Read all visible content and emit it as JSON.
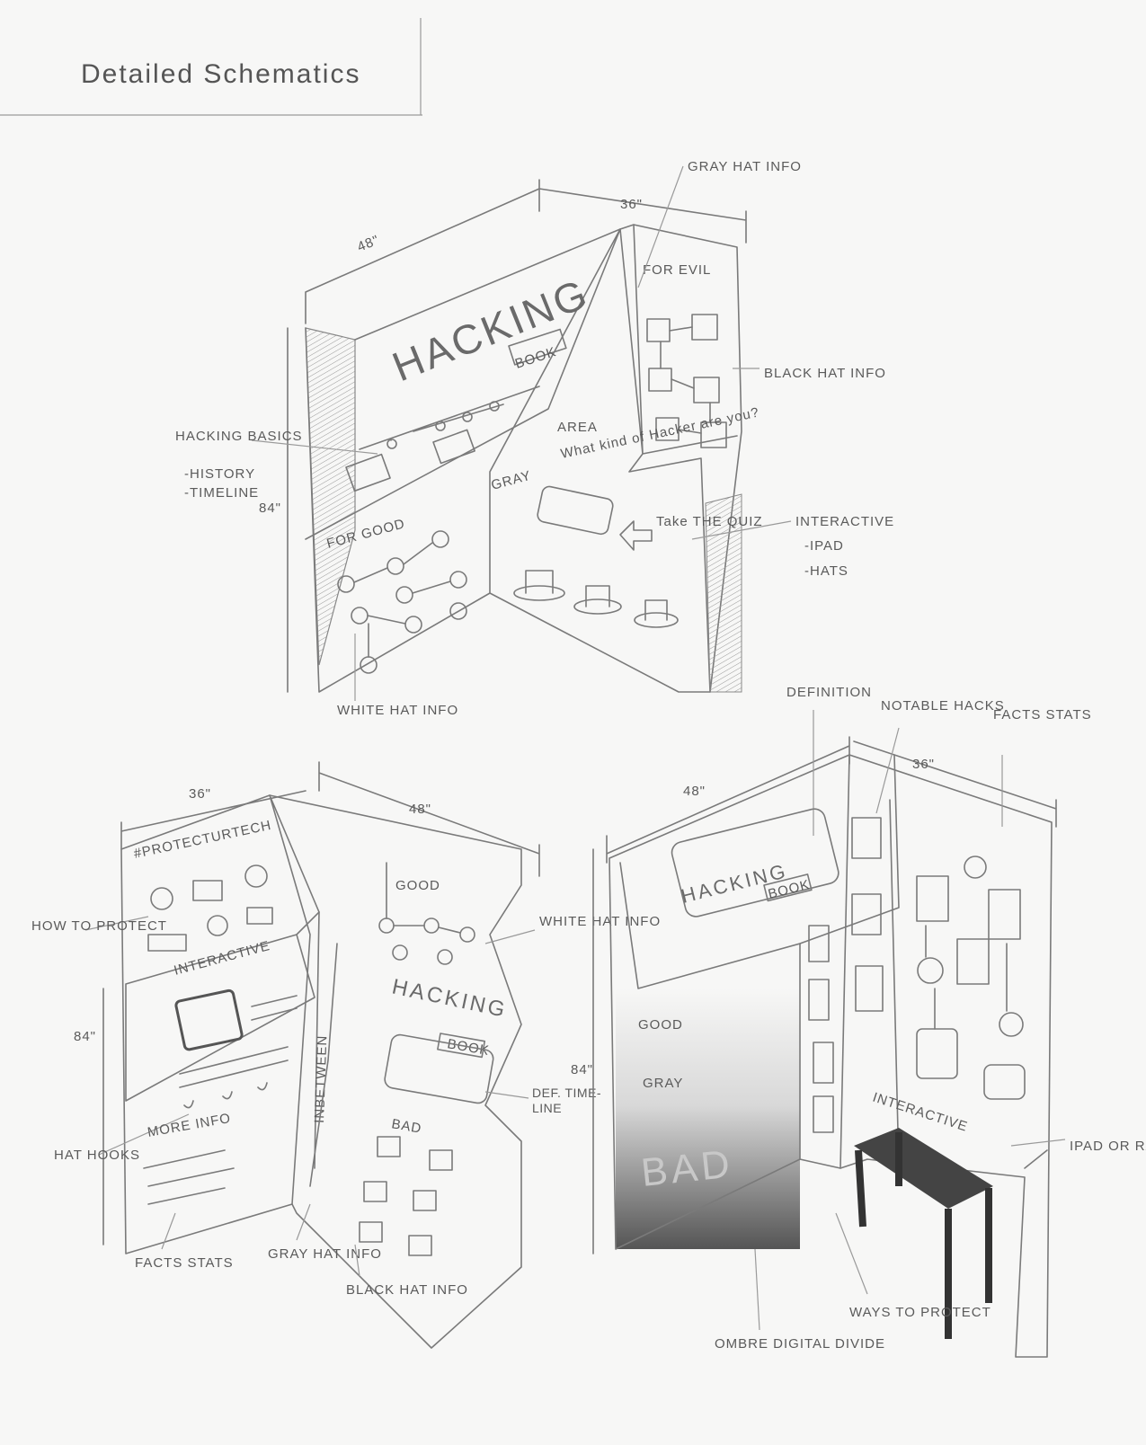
{
  "title": "Detailed Schematics",
  "booth_1": {
    "dims": {
      "width_left": "48\"",
      "width_right": "36\"",
      "height": "84\""
    },
    "header": "HACKING",
    "book": "BOOK",
    "for_evil": "FOR EVIL",
    "gray_hat_info": "GRAY HAT INFO",
    "black_hat_info": "BLACK HAT INFO",
    "area": "AREA",
    "gray": "GRAY",
    "quiz_question": "What kind of Hacker are you?",
    "take_quiz": "Take THE QUIZ",
    "interactive": "INTERACTIVE",
    "interactive_items": [
      "-IPAD",
      "-HATS"
    ],
    "hacking_basics": "HACKING BASICS",
    "basics_items": [
      "-HISTORY",
      "-TIMELINE"
    ],
    "for_good": "FOR GOOD",
    "white_hat_info": "WHITE HAT INFO"
  },
  "booth_2": {
    "dims": {
      "width_left": "36\"",
      "width_right": "48\"",
      "height": "84\""
    },
    "hashtag": "#PROTECTURTECH",
    "how_to_protect": "HOW TO PROTECT",
    "interactive": "INTERACTIVE",
    "inbetween": "INBETWEEN",
    "good": "GOOD",
    "white_hat_info": "WHITE HAT INFO",
    "header": "HACKING",
    "book": "BOOK",
    "def_timeline": "DEF. TIME-LINE",
    "bad": "BAD",
    "hat_hooks": "HAT HOOKS",
    "more_info": "MORE INFO",
    "facts_stats": "FACTS STATS",
    "gray_hat_info": "GRAY HAT INFO",
    "black_hat_info": "BLACK HAT INFO"
  },
  "booth_3": {
    "dims": {
      "width_left": "48\"",
      "width_right": "36\"",
      "height": "84\""
    },
    "definition": "DEFINITION",
    "notable_hacks": "NOTABLE HACKS",
    "facts_stats": "FACTS STATS",
    "header": "HACKING",
    "book": "BOOK",
    "good": "GOOD",
    "gray": "GRAY",
    "bad": "BAD",
    "interactive": "INTERACTIVE",
    "ipad_or_pi": "IPAD OR RASPBERRY PI",
    "ombre": "OMBRE DIGITAL DIVIDE",
    "ways_to_protect": "WAYS TO PROTECT"
  }
}
